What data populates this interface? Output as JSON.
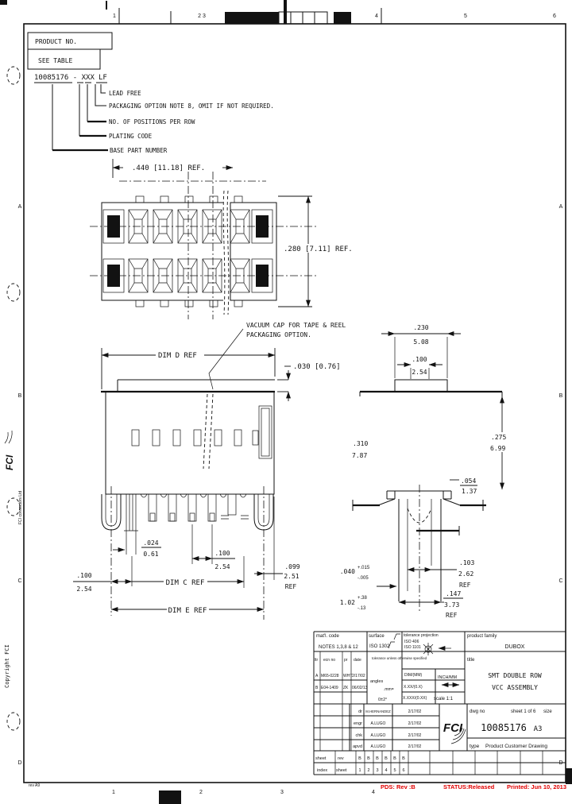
{
  "page": {
    "zones": {
      "top": [
        "1",
        "2 3",
        "4",
        "5",
        "6"
      ],
      "bottom": [
        "1",
        "2",
        "3",
        "4"
      ],
      "left": [
        "A",
        "B",
        "C",
        "D"
      ],
      "right": [
        "A",
        "B",
        "C",
        "D"
      ]
    },
    "status": {
      "pds": "PDS: Rev :B",
      "state": "STATUS:Released",
      "printed": "Printed: Jun 10, 2013"
    },
    "margin": {
      "brand": "FCI",
      "brand_sub": "FCI connectors Ltd",
      "copyright": "Copyright FCI",
      "rev_note": "rev A9"
    }
  },
  "part_code": {
    "product_no": "PRODUCT NO.",
    "see_table": "SEE TABLE",
    "part_number": "10085176 - XXX",
    "suffix": "LF",
    "callouts": [
      "LEAD FREE",
      "PACKAGING OPTION NOTE 8, OMIT IF NOT REQUIRED.",
      "NO. OF POSITIONS PER ROW",
      "PLATING CODE",
      "BASE PART NUMBER"
    ]
  },
  "views": {
    "top": {
      "width_dim": ".440 [11.18] REF.",
      "height_dim": ".280 [7.11] REF."
    },
    "front": {
      "vacuum1": "VACUUM CAP FOR TAPE & REEL",
      "vacuum2": "PACKAGING OPTION.",
      "dim_d": "DIM D REF",
      "cap_thk": ".030 [0.76]",
      "pin_w_in": ".024",
      "pin_w_mm": "0.61",
      "pitch_in": ".100",
      "pitch_mm": "2.54",
      "left_in": ".100",
      "left_mm": "2.54",
      "end_in": ".099",
      "end_mm": "2.51",
      "end_ref": "REF",
      "dim_c": "DIM C REF",
      "dim_e": "DIM E REF"
    },
    "side": {
      "cap_in": ".230",
      "cap_mm": "5.08",
      "boss_in": ".100",
      "boss_mm": "2.54",
      "height_in": ".310",
      "height_mm": "7.87",
      "right_in": ".275",
      "right_mm": "6.99",
      "step_in": ".054",
      "step_mm": "1.37",
      "wall_in": ".040",
      "wall_tp": "+.015",
      "wall_tm": "-.005",
      "wall_mm": "1.02",
      "wall_mtp": "+.38",
      "wall_mtm": "-.13",
      "id_in": ".103",
      "id_mm": "2.62",
      "id_ref": "REF",
      "od_in": ".147",
      "od_mm": "3.73",
      "od_ref": "REF"
    }
  },
  "title_block": {
    "matl_label": "mat'l. code",
    "matl_value": "NOTES 1,3,8 & 12",
    "surface_label": "surface",
    "surface_value": "ISO 1302",
    "tol_label": "tolerance projection",
    "tol_iso1": "ISO 406",
    "tol_iso2": "ISO 1101",
    "family_label": "product family",
    "family_value": "DUBOX",
    "hdr_ltr": "ltr",
    "hdr_ecn": "ecn no",
    "hdr_pr": "pr",
    "hdr_date": "date",
    "tol_note": "tolerance unless otherwise specified",
    "title_label": "title",
    "title_line1": "SMT DOUBLE ROW",
    "title_line2": "VCC ASSEMBLY",
    "rev_rows": [
      {
        "ltr": "A",
        "ecn": "M65-0228",
        "pr": "WHT",
        "date": "2/17/02"
      },
      {
        "ltr": "B",
        "ecn": "E04-1409",
        "pr": "ZK",
        "date": "06/02/13"
      }
    ],
    "angles_label": "angles",
    "mm_label": ".mm=",
    "angles_value": "0±2°",
    "tol_cells": [
      "DIM/(MM)",
      "X.XX/(0.X)",
      "X.XXX/(0.XX)"
    ],
    "inch_mm": "INCH/MM",
    "scale": "scale 1:1",
    "approvals": [
      {
        "label": "dr",
        "name": "M.HERNANDEZ",
        "date": "2/17/02"
      },
      {
        "label": "engr",
        "name": "A.LUGO",
        "date": "2/17/02"
      },
      {
        "label": "chk",
        "name": "A.LUGO",
        "date": "2/17/02"
      },
      {
        "label": "apvd",
        "name": "A.LUGO",
        "date": "2/17/02"
      }
    ],
    "logo": "FCI",
    "dwg_label": "dwg no",
    "sheet_label": "sheet 1 of 6",
    "size_label": "size",
    "dwg_no": "10085176",
    "size_value": "A3",
    "type_label": "type",
    "type_value": "Product Customer Drawing",
    "idx_sheet": "sheet",
    "idx_index": "index",
    "row_rev": "rev",
    "row_sheet": "sheet",
    "rev_values": [
      "B",
      "B",
      "B",
      "B",
      "B",
      "B"
    ],
    "sheet_values": [
      "1",
      "2",
      "3",
      "4",
      "5",
      "6"
    ]
  }
}
